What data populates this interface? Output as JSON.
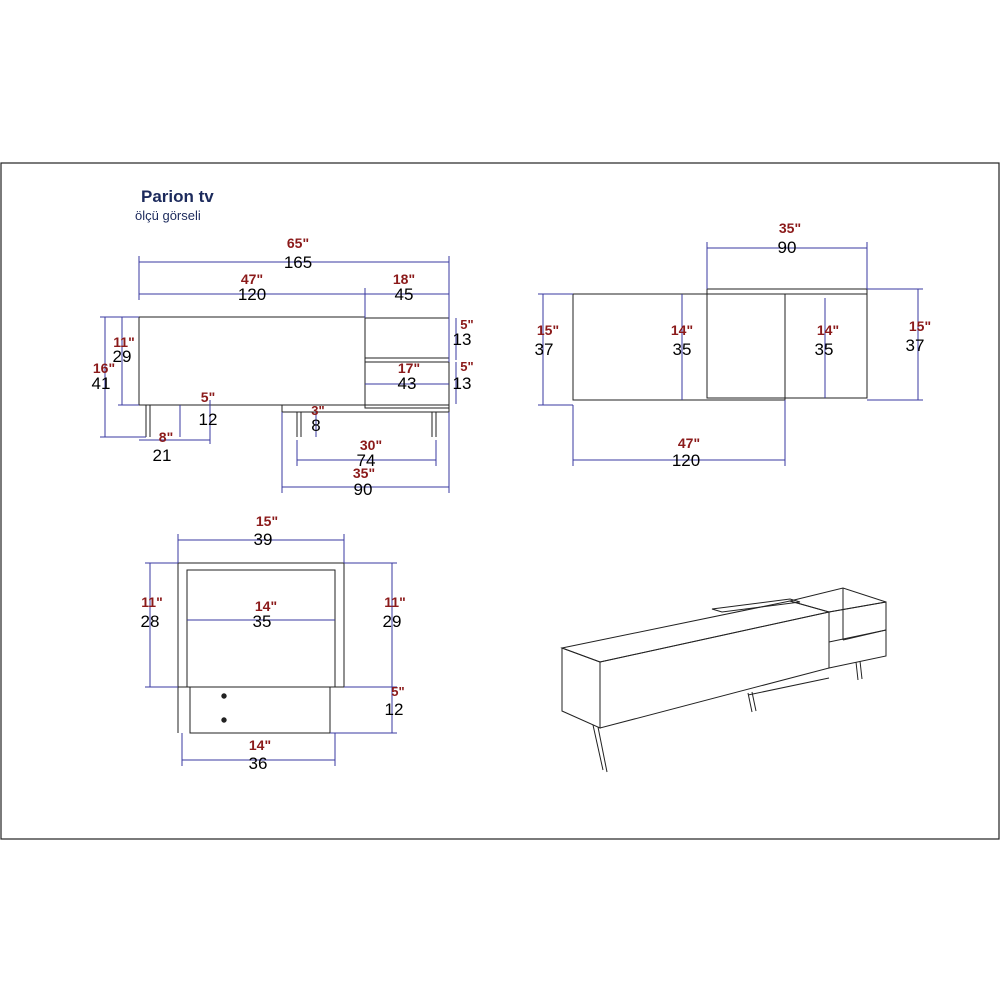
{
  "title": "Parion tv",
  "subtitle": "ölçü görseli",
  "colors": {
    "dimension_line": "#3a3aa0",
    "outline": "#222222",
    "inch_text": "#8b1a1a",
    "cm_text": "#000000",
    "title_text": "#1c2a5c"
  },
  "front_view": {
    "total_width": {
      "in": "65\"",
      "cm": "165"
    },
    "main_width": {
      "in": "47\"",
      "cm": "120"
    },
    "side_width": {
      "in": "18\"",
      "cm": "45"
    },
    "body_height": {
      "in": "11\"",
      "cm": "29"
    },
    "total_height": {
      "in": "16\"",
      "cm": "41"
    },
    "leg_height": {
      "in": "5\"",
      "cm": "12"
    },
    "leg_offset": {
      "in": "8\"",
      "cm": "21"
    },
    "upper_shelf": {
      "in": "5\"",
      "cm": "13"
    },
    "lower_shelf": {
      "in": "5\"",
      "cm": "13"
    },
    "shelf_width": {
      "in": "17\"",
      "cm": "43"
    },
    "lower_leg": {
      "in": "3\"",
      "cm": "8"
    },
    "leg_spacing": {
      "in": "30\"",
      "cm": "74"
    },
    "lower_width": {
      "in": "35\"",
      "cm": "90"
    }
  },
  "top_view": {
    "extension_width": {
      "in": "35\"",
      "cm": "90"
    },
    "depth_left": {
      "in": "15\"",
      "cm": "37"
    },
    "inner_depth": {
      "in": "14\"",
      "cm": "35"
    },
    "inner_depth_right": {
      "in": "14\"",
      "cm": "35"
    },
    "depth_right": {
      "in": "15\"",
      "cm": "37"
    },
    "main_width": {
      "in": "47\"",
      "cm": "120"
    }
  },
  "side_view": {
    "width": {
      "in": "15\"",
      "cm": "39"
    },
    "inner_height": {
      "in": "11\"",
      "cm": "28"
    },
    "inner_depth": {
      "in": "14\"",
      "cm": "35"
    },
    "outer_height": {
      "in": "11\"",
      "cm": "29"
    },
    "leg_height": {
      "in": "5\"",
      "cm": "12"
    },
    "base_width": {
      "in": "14\"",
      "cm": "36"
    }
  }
}
